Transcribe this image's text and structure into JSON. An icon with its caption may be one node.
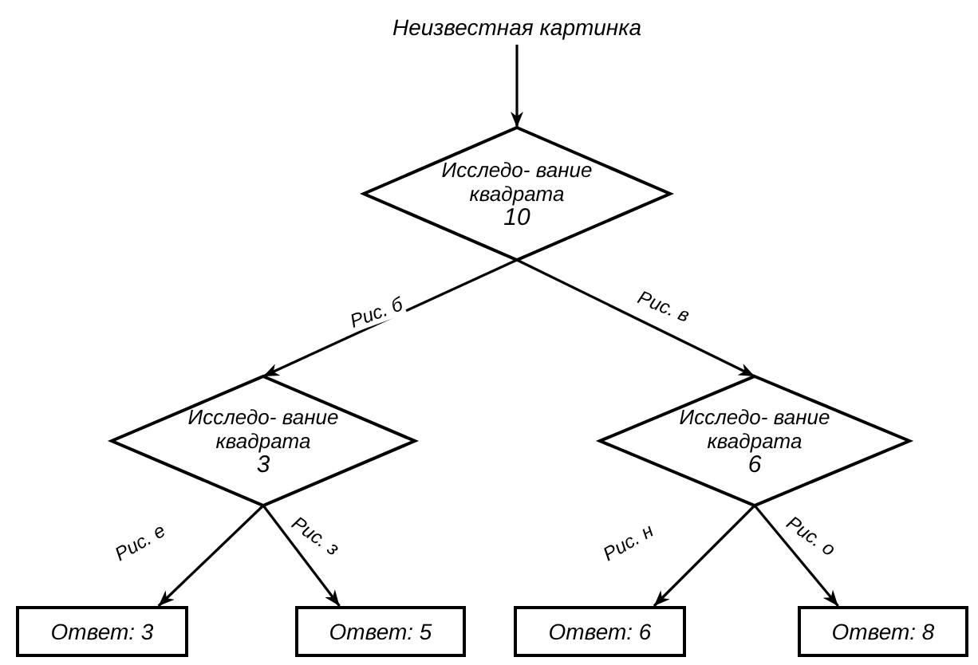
{
  "diagram": {
    "nodes": [
      {
        "text": [
          "Неизвестная картинка"
        ]
      },
      {
        "text": [
          "Исследо- вание квадрата",
          "10"
        ]
      },
      {
        "text": [
          "Исследо- вание квадрата",
          "3"
        ]
      },
      {
        "text": [
          "Исследо- вание квадрата",
          "6"
        ]
      },
      {
        "text": [
          "Ответ: 3"
        ]
      },
      {
        "text": [
          "Ответ: 5"
        ]
      },
      {
        "text": [
          "Ответ: 6"
        ]
      },
      {
        "text": [
          "Ответ: 8"
        ]
      }
    ],
    "edges": [
      {
        "from": 0,
        "to": 1,
        "arrow": "to"
      },
      {
        "from": 1,
        "to": 2,
        "arrow": "to",
        "label": "Рис. б"
      },
      {
        "from": 1,
        "to": 3,
        "arrow": "to",
        "label": "Рис. в"
      },
      {
        "from": 2,
        "to": 4,
        "arrow": "to",
        "label": "Рис. е"
      },
      {
        "from": 2,
        "to": 5,
        "arrow": "to",
        "label": "Рис. з"
      },
      {
        "from": 3,
        "to": 6,
        "arrow": "to",
        "label": "Рис. н"
      },
      {
        "from": 3,
        "to": 7,
        "arrow": "to",
        "label": "Рис. о"
      }
    ]
  }
}
